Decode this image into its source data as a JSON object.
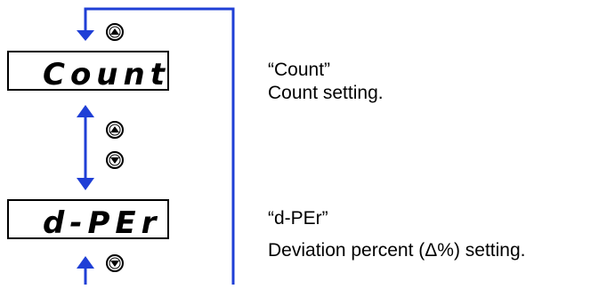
{
  "colors": {
    "arrow": "#1f3fd6",
    "ink": "#000000",
    "background": "#ffffff"
  },
  "displays": [
    {
      "code": "Count",
      "quote": "“Count”",
      "description": "Count setting."
    },
    {
      "code": "d-PEr",
      "quote": "“d-PEr”",
      "description": "Deviation percent (Δ%) setting."
    }
  ],
  "buttons": {
    "up_icon": "up-triangle-icon",
    "down_icon": "down-triangle-icon",
    "up_glyph": "▲",
    "down_glyph": "▼"
  }
}
